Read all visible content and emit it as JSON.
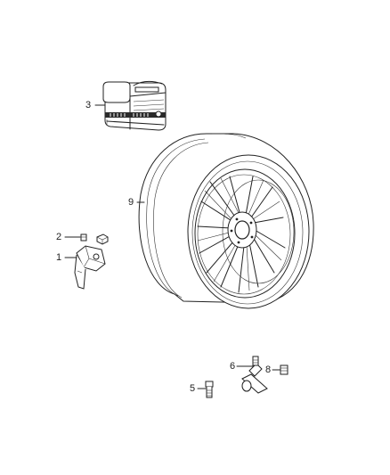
{
  "callouts": [
    {
      "id": "1",
      "label": "1"
    },
    {
      "id": "2",
      "label": "2"
    },
    {
      "id": "3",
      "label": "3"
    },
    {
      "id": "5",
      "label": "5"
    },
    {
      "id": "6",
      "label": "6"
    },
    {
      "id": "8",
      "label": "8"
    },
    {
      "id": "9",
      "label": "9"
    }
  ],
  "parts": [
    {
      "callout": "3",
      "icon": "tire-inflator-kit-icon"
    },
    {
      "callout": "9",
      "icon": "wheel-and-tire-icon"
    },
    {
      "callout": "2",
      "icon": "nut-icon"
    },
    {
      "callout": "1",
      "icon": "tire-pressure-sensor-icon"
    },
    {
      "callout": "6",
      "icon": "valve-stem-icon"
    },
    {
      "callout": "5",
      "icon": "valve-stem-icon"
    },
    {
      "callout": "8",
      "icon": "valve-cap-icon"
    }
  ]
}
